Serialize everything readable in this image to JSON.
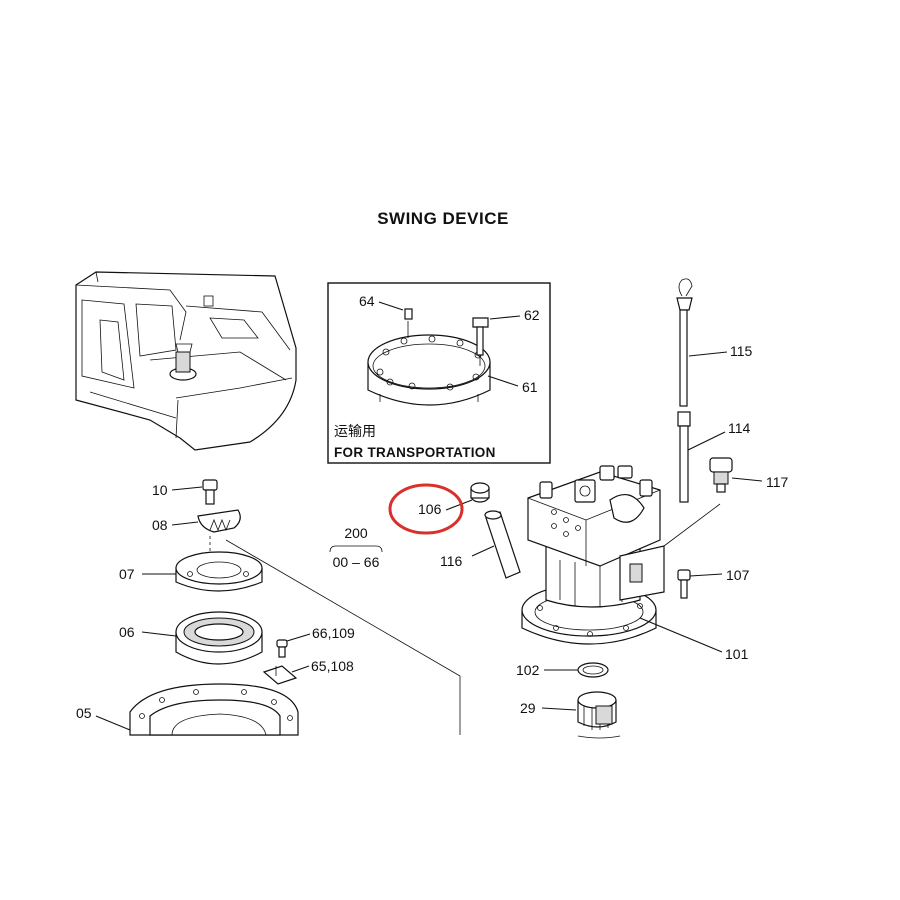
{
  "diagram": {
    "title": "SWING DEVICE",
    "inset_box": {
      "caption_cn": "运输用",
      "caption_en": "FOR TRANSPORTATION",
      "labels": {
        "p64": "64",
        "p62": "62",
        "p61": "61"
      }
    },
    "labels": {
      "p115": "115",
      "p114": "114",
      "p117": "117",
      "p106": "106",
      "p116": "116",
      "p107": "107",
      "p101": "101",
      "p102": "102",
      "p29": "29",
      "p10": "10",
      "p08": "08",
      "p07": "07",
      "p06": "06",
      "p66_109": "66,109",
      "p65_108": "65,108",
      "p05": "05",
      "ref_200": "200",
      "ref_range": "00 – 66"
    },
    "highlight": {
      "target": "106",
      "color": "#d8312b"
    }
  }
}
